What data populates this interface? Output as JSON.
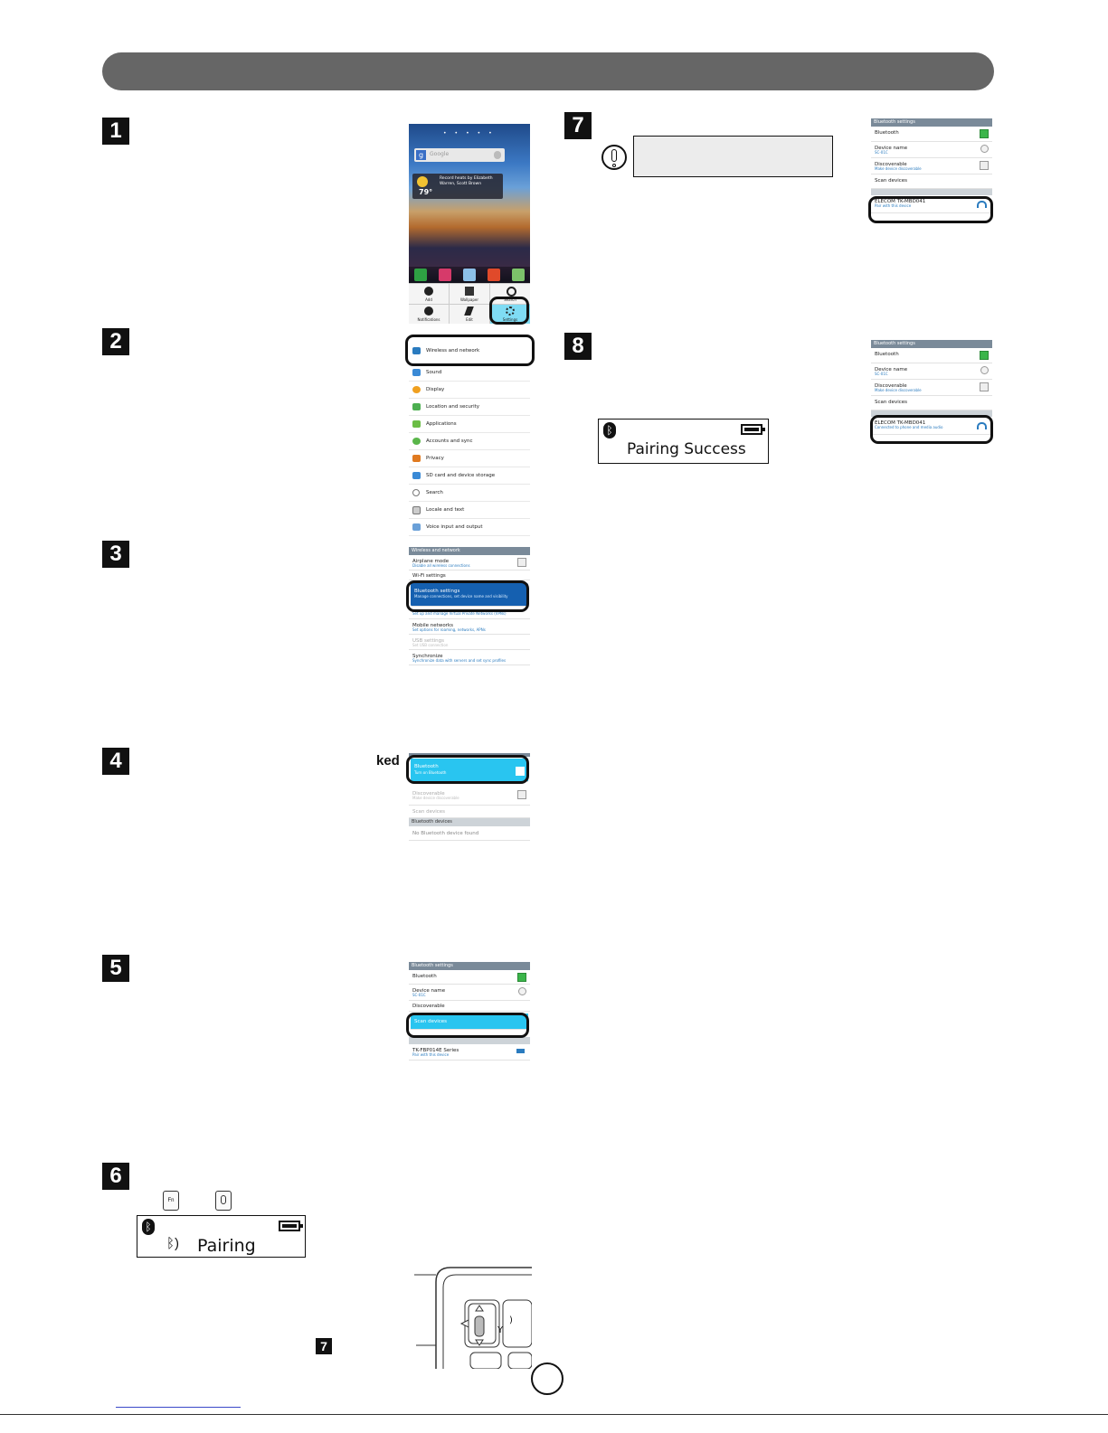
{
  "steps": {
    "s1": "1",
    "s2": "2",
    "s3": "3",
    "s4": "4",
    "s5": "5",
    "s6": "6",
    "s7": "7",
    "s8": "8",
    "ref7": "7"
  },
  "step4_fragment": "ked",
  "home": {
    "search_placeholder": "Google",
    "weather_title": "Record heats by Elizabeth",
    "weather_sub": "Warren, Scott Brown",
    "weather_temp": "79°",
    "menu": [
      "Add",
      "Wallpaper",
      "Search",
      "Notifications",
      "Edit",
      "Settings"
    ]
  },
  "settings_list": [
    "Wireless and network",
    "Sound",
    "Display",
    "Location and security",
    "Applications",
    "Accounts and sync",
    "Privacy",
    "SD card and device storage",
    "Search",
    "Locale and text",
    "Voice input and output"
  ],
  "wireless": {
    "header": "Wireless and network",
    "airplane": "Airplane mode",
    "airplane_sub": "Disable all wireless connections",
    "wifi": "Wi-Fi settings",
    "bt": "Bluetooth settings",
    "bt_sub": "Manage connections, set device name and visibility",
    "vpn_sub": "Set up and manage Virtual Private Networks (VPNs)",
    "mobile": "Mobile networks",
    "mobile_sub": "Set options for roaming, networks, APNs",
    "usb": "USB settings",
    "usb_sub": "Set USB connection",
    "sync": "Synchronize",
    "sync_sub": "Synchronize data with servers and set sync profiles"
  },
  "bt4": {
    "bt": "Bluetooth",
    "bt_sub": "Turn on Bluetooth",
    "disc": "Discoverable",
    "disc_sub": "Make device discoverable",
    "scan": "Scan devices",
    "devices_header": "Bluetooth devices",
    "none": "No Bluetooth device found"
  },
  "bt5": {
    "header": "Bluetooth settings",
    "bt": "Bluetooth",
    "name": "Device name",
    "name_sub": "SC-01C",
    "disc": "Discoverable",
    "scan": "Scan devices",
    "dev": "TK-FBP014E Series",
    "dev_sub": "Pair with this device"
  },
  "step6": {
    "key1": "Fn",
    "pairing": "Pairing"
  },
  "bt7": {
    "header": "Bluetooth settings",
    "bt": "Bluetooth",
    "name": "Device name",
    "name_sub": "SC-01C",
    "disc": "Discoverable",
    "disc_sub": "Make device discoverable",
    "scan": "Scan devices",
    "dev": "ELECOM TK-MBD041",
    "dev_sub": "Pair with this device"
  },
  "bt8": {
    "header": "Bluetooth settings",
    "bt": "Bluetooth",
    "name": "Device name",
    "name_sub": "SC-01C",
    "disc": "Discoverable",
    "disc_sub": "Make device discoverable",
    "scan": "Scan devices",
    "dev": "ELECOM TK-MBD041",
    "dev_sub": "Connected to phone and media audio"
  },
  "step8": {
    "success": "Pairing Success"
  },
  "kbd": {
    "key_y": "Y",
    "key_paren": ")"
  },
  "colors": {
    "header_bar": "#666666",
    "highlight_blue": "#29c5f0",
    "bt_dark_blue": "#1560b0"
  }
}
